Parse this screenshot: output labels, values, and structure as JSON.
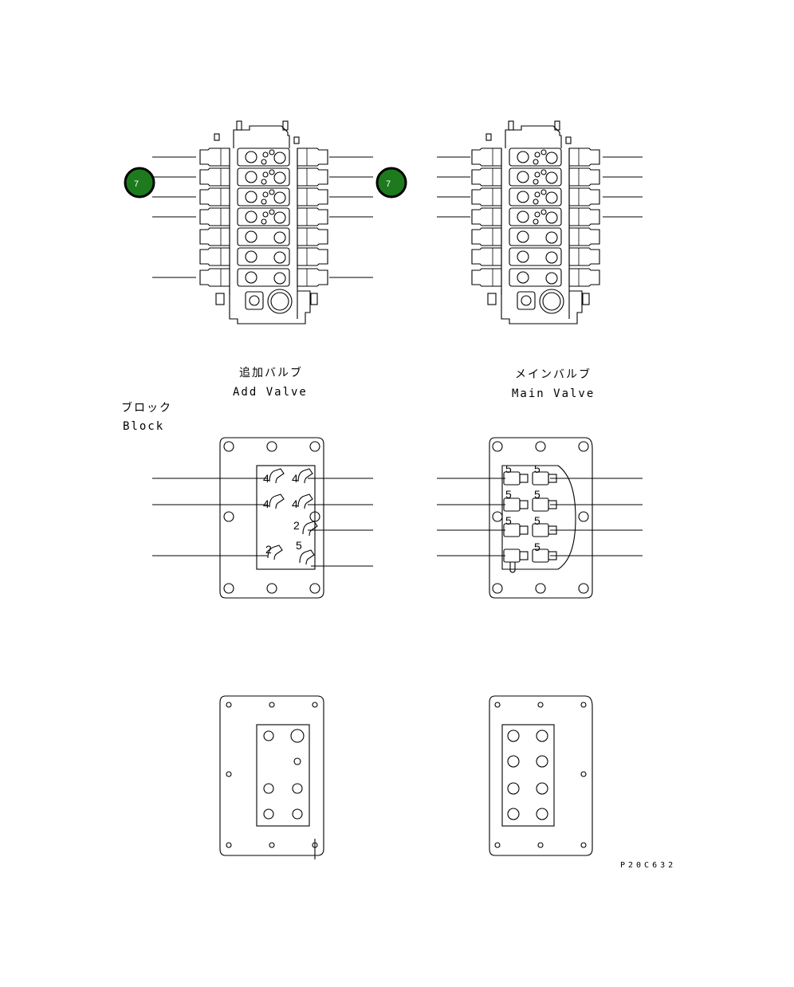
{
  "labels": {
    "add_valve_jp": "追加バルブ",
    "add_valve_en": "Add Valve",
    "main_valve_jp": "メインバルブ",
    "main_valve_en": "Main Valve",
    "block_jp": "ブロック",
    "block_en": "Block",
    "drawing_code": "P20C632"
  },
  "callouts": [
    {
      "number": "7"
    },
    {
      "number": "7"
    }
  ],
  "add_block_numbers": [
    "4",
    "4",
    "4",
    "4",
    "2",
    "2",
    "5"
  ],
  "main_block_numbers": [
    "5",
    "5",
    "5",
    "5",
    "5",
    "5",
    "5"
  ],
  "colors": {
    "callout_fill": "#1d7a1d",
    "line": "#000000"
  }
}
